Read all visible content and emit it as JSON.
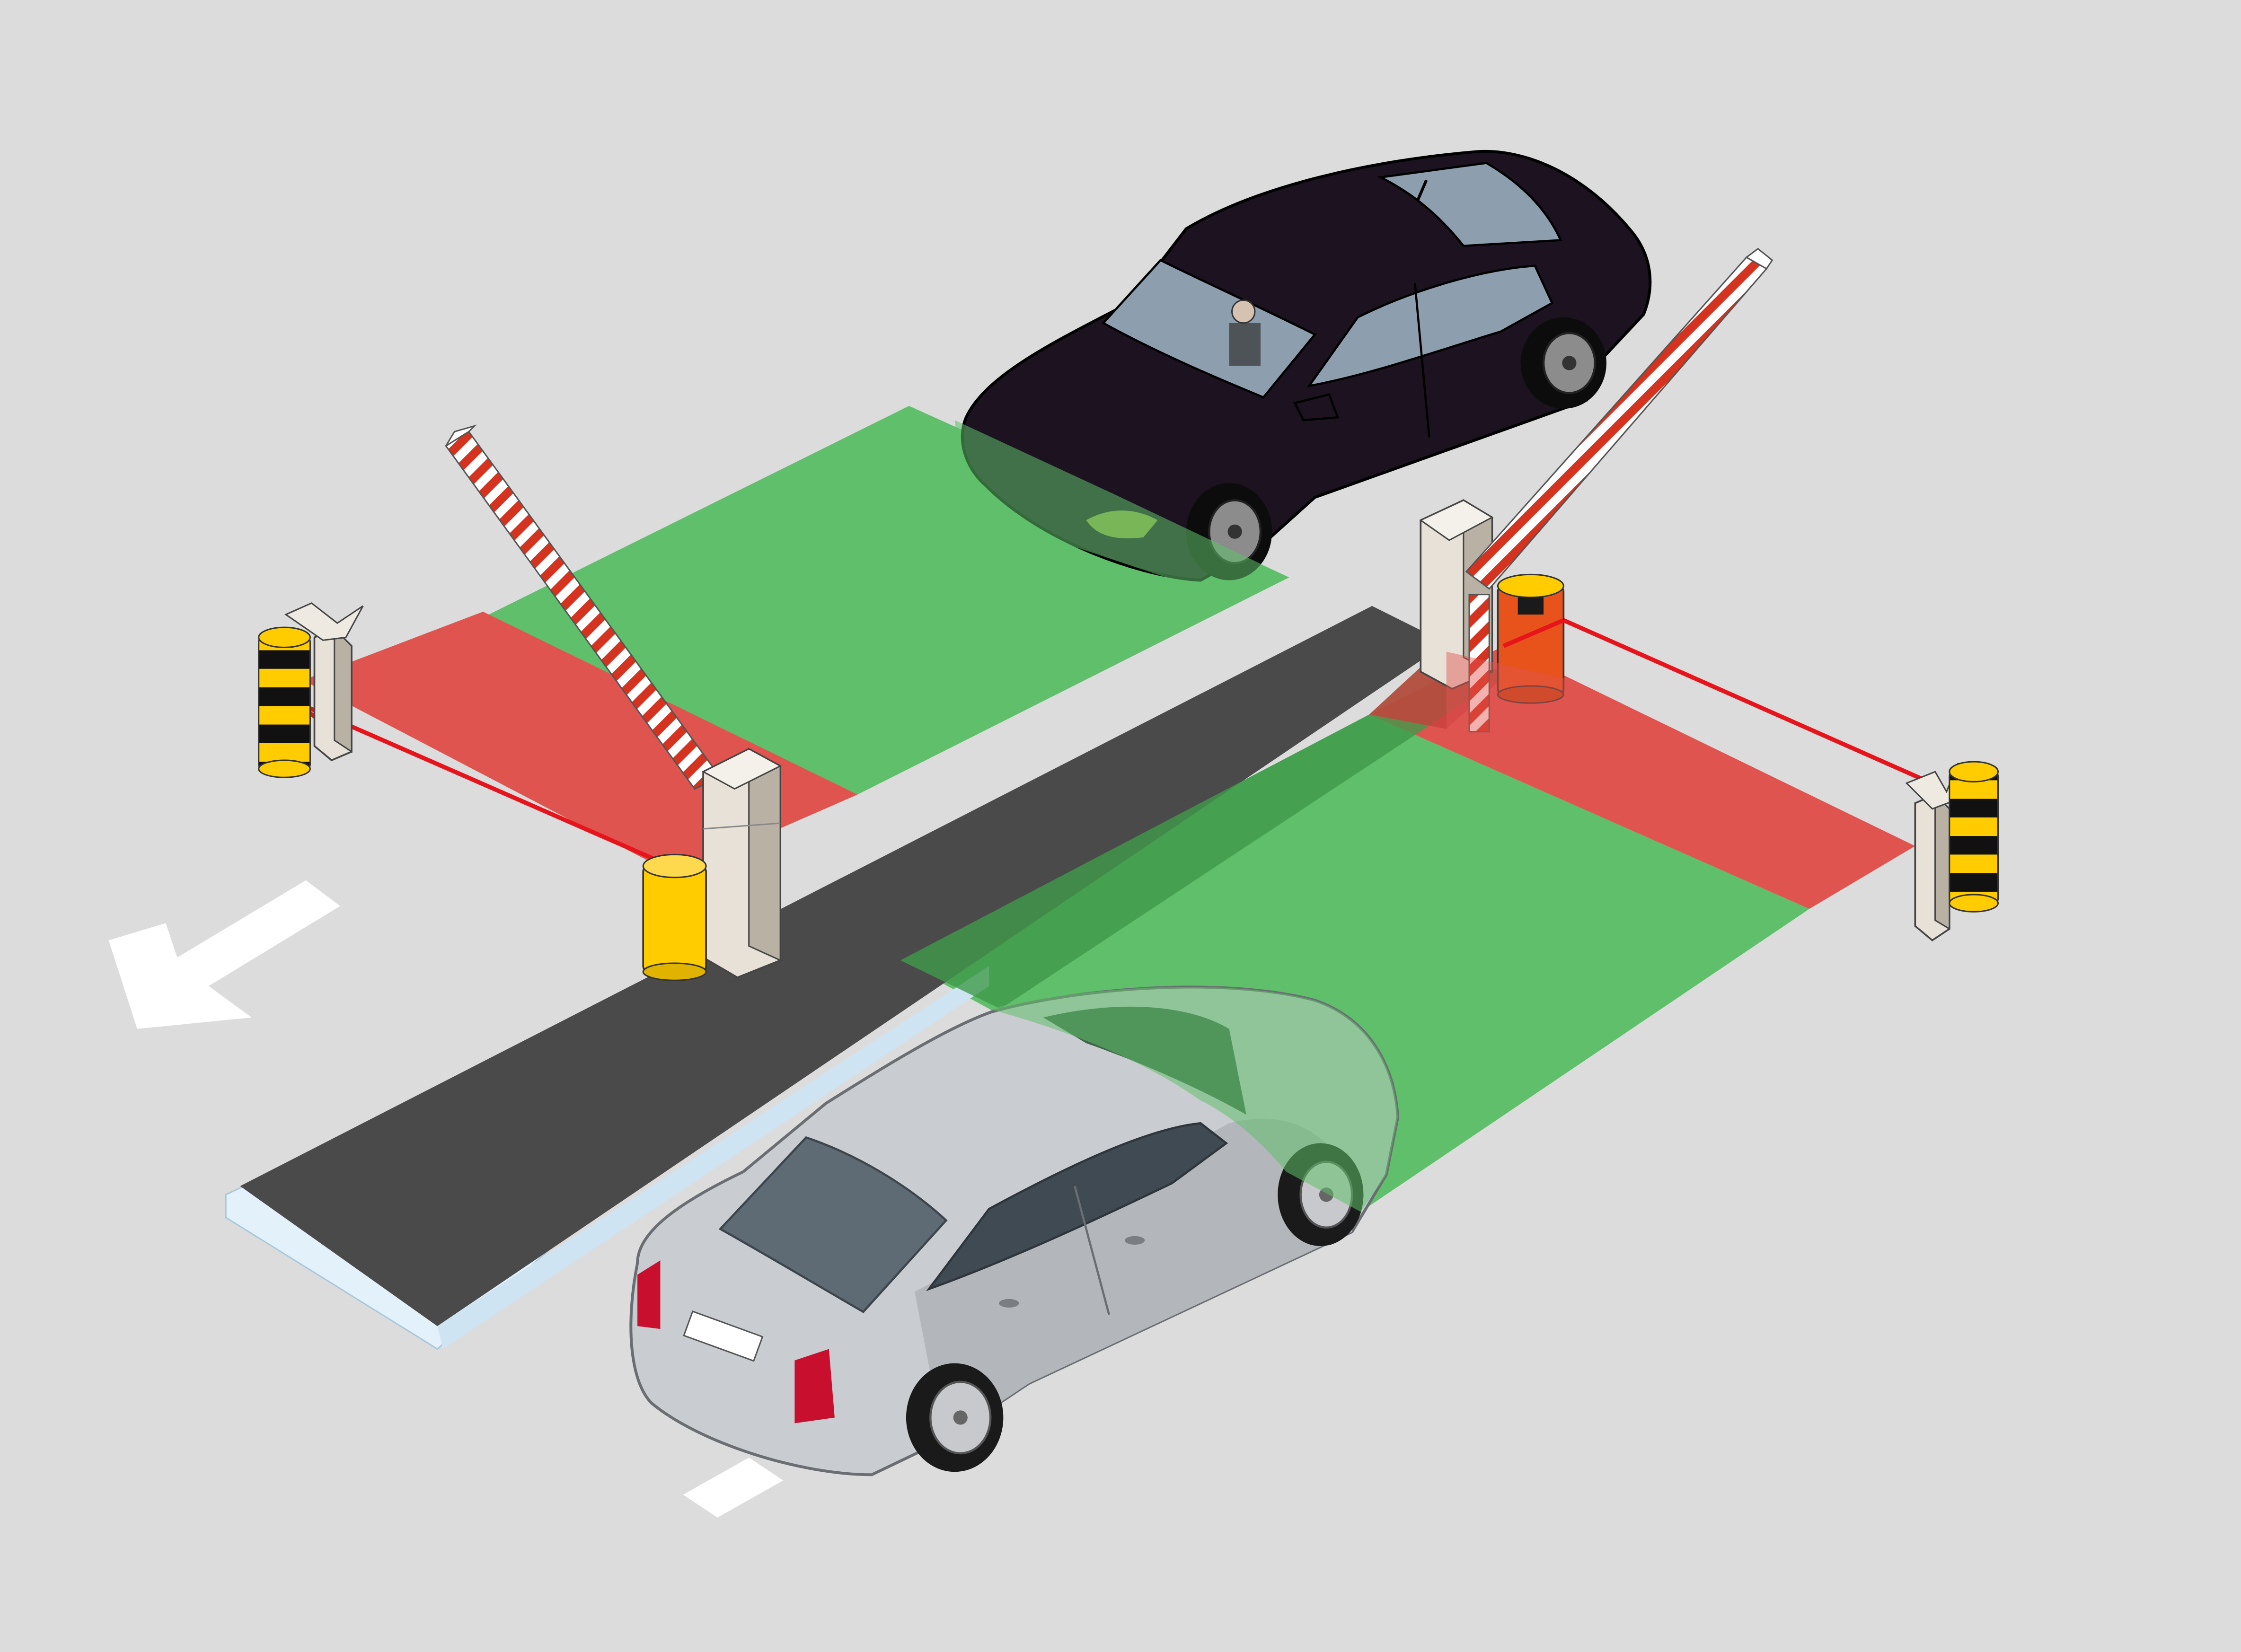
{
  "diagram": {
    "kind": "isometric illustration",
    "background_color": "#dcdcdc",
    "colors": {
      "safe_zone": "#5fbf6a",
      "danger_zone": "#e05450",
      "road": "#4a4a4a",
      "curb": "#e3f1fb",
      "road_marking": "#ffffff",
      "boom_stripe_red": "#d4331f",
      "boom_stripe_white": "#ffffff",
      "bollard_yellow": "#ffcc00",
      "bollard_black": "#111111",
      "safety_beam": "#e8141c",
      "car_dark": "#1c1220",
      "car_silver": "#c9ccd0",
      "cabinet": "#e7e1d7",
      "sensor_orange": "#e8531b"
    },
    "icons": [
      "direction-arrow-icon"
    ],
    "objects": [
      "dark-sedan",
      "silver-sedan",
      "left-boom-barrier",
      "right-boom-barrier",
      "left-safety-post",
      "right-safety-post",
      "bollards",
      "detection-zones"
    ]
  }
}
